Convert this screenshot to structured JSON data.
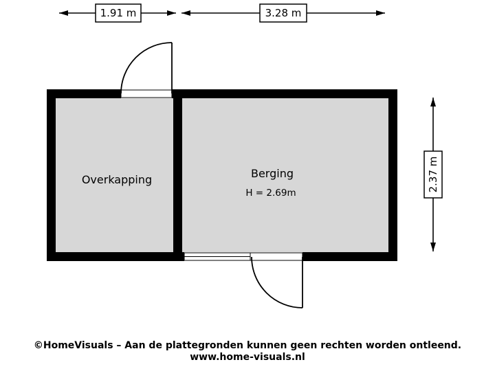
{
  "dimensions": {
    "top_left": "1.91 m",
    "top_right": "3.28 m",
    "right": "2.37 m"
  },
  "rooms": {
    "overkapping": {
      "name": "Overkapping"
    },
    "berging": {
      "name": "Berging",
      "ceiling_height": "H = 2.69m"
    }
  },
  "footer": {
    "copyright": "©HomeVisuals – Aan de plattegronden kunnen geen rechten worden ontleend.",
    "website": "www.home-visuals.nl"
  },
  "colors": {
    "wall": "#000000",
    "floor": "#d7d7d7",
    "background": "#ffffff"
  }
}
